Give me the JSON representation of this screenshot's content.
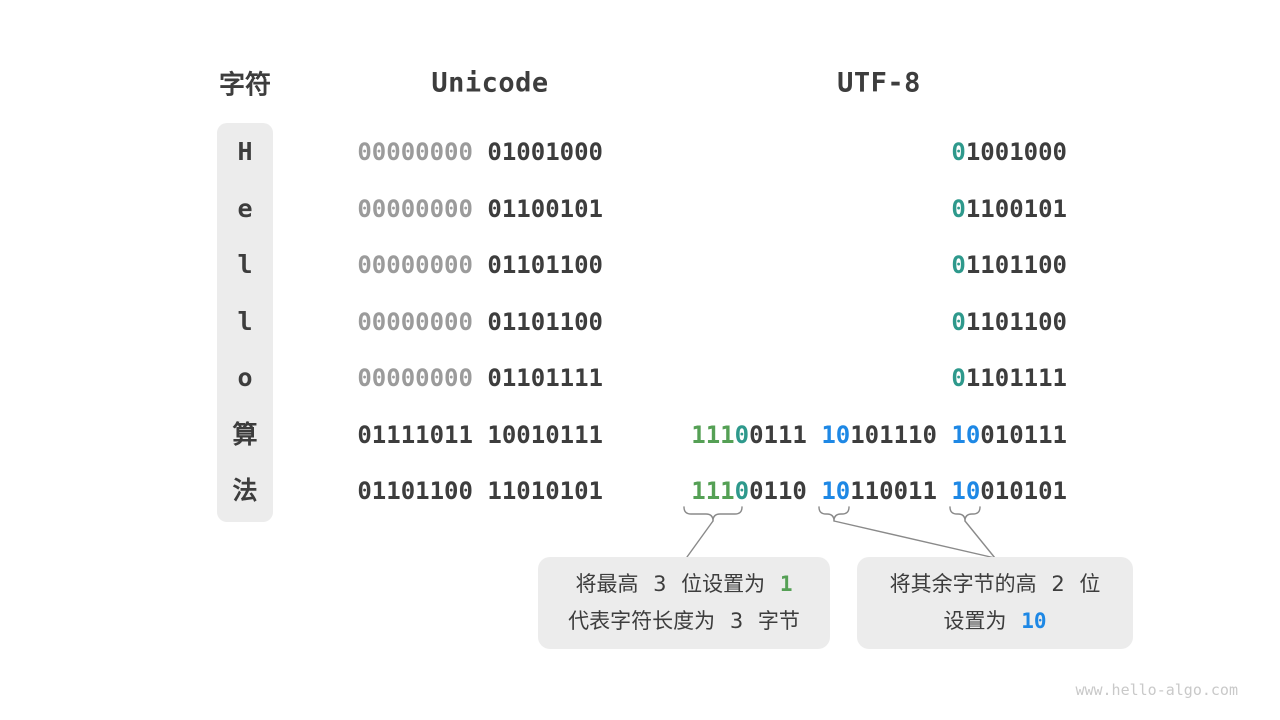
{
  "page": {
    "watermark": "www.hello-algo.com",
    "background": "#ffffff"
  },
  "palette": {
    "dark": "#3d3d3d",
    "gray": "#9b9b9b",
    "teal": "#2e998c",
    "green": "#55a055",
    "blue": "#1e88e5",
    "panel_bg": "#ececec",
    "line": "#8a8a8a",
    "watermark": "#c9c9c9"
  },
  "headers": {
    "char": "字符",
    "unicode": "Unicode",
    "utf8": "UTF-8"
  },
  "rows": [
    {
      "char": "H",
      "unicode": [
        [
          "00000000",
          "gray"
        ],
        [
          " 01001000",
          "dark"
        ]
      ],
      "utf8": [
        [
          "0",
          "teal"
        ],
        [
          "1001000",
          "dark"
        ]
      ]
    },
    {
      "char": "e",
      "unicode": [
        [
          "00000000",
          "gray"
        ],
        [
          " 01100101",
          "dark"
        ]
      ],
      "utf8": [
        [
          "0",
          "teal"
        ],
        [
          "1100101",
          "dark"
        ]
      ]
    },
    {
      "char": "l",
      "unicode": [
        [
          "00000000",
          "gray"
        ],
        [
          " 01101100",
          "dark"
        ]
      ],
      "utf8": [
        [
          "0",
          "teal"
        ],
        [
          "1101100",
          "dark"
        ]
      ]
    },
    {
      "char": "l",
      "unicode": [
        [
          "00000000",
          "gray"
        ],
        [
          " 01101100",
          "dark"
        ]
      ],
      "utf8": [
        [
          "0",
          "teal"
        ],
        [
          "1101100",
          "dark"
        ]
      ]
    },
    {
      "char": "o",
      "unicode": [
        [
          "00000000",
          "gray"
        ],
        [
          " 01101111",
          "dark"
        ]
      ],
      "utf8": [
        [
          "0",
          "teal"
        ],
        [
          "1101111",
          "dark"
        ]
      ]
    },
    {
      "char": "算",
      "unicode": [
        [
          "01111011 10010111",
          "dark"
        ]
      ],
      "utf8": [
        [
          "111",
          "green"
        ],
        [
          "0",
          "teal"
        ],
        [
          "0111 ",
          "dark"
        ],
        [
          "10",
          "blue"
        ],
        [
          "101110 ",
          "dark"
        ],
        [
          "10",
          "blue"
        ],
        [
          "010111",
          "dark"
        ]
      ]
    },
    {
      "char": "法",
      "unicode": [
        [
          "01101100 11010101",
          "dark"
        ]
      ],
      "utf8": [
        [
          "111",
          "green"
        ],
        [
          "0",
          "teal"
        ],
        [
          "0110 ",
          "dark"
        ],
        [
          "10",
          "blue"
        ],
        [
          "110011 ",
          "dark"
        ],
        [
          "10",
          "blue"
        ],
        [
          "010101",
          "dark"
        ]
      ]
    }
  ],
  "callouts": [
    {
      "name": "callout-three-leading-bits",
      "lines": [
        [
          [
            "将最高 3 位设置为 ",
            "dark"
          ],
          [
            "1",
            "green"
          ]
        ],
        [
          [
            "代表字符长度为 3 字节",
            "dark"
          ]
        ]
      ]
    },
    {
      "name": "callout-continuation-bits",
      "lines": [
        [
          [
            "将其余字节的高 2 位",
            "dark"
          ]
        ],
        [
          [
            "设置为 ",
            "dark"
          ],
          [
            "10",
            "blue"
          ]
        ]
      ]
    }
  ]
}
